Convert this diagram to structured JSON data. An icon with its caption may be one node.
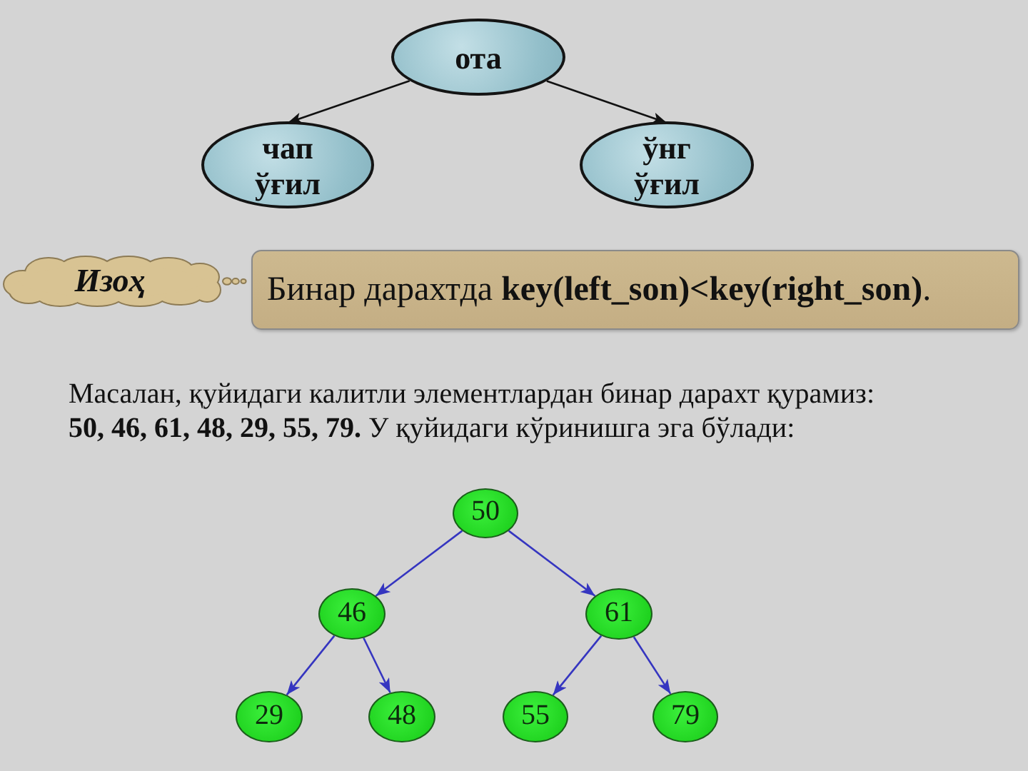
{
  "diagram": {
    "nodes": [
      {
        "text": [
          "ота"
        ]
      },
      {
        "text": [
          "чап ўғил"
        ]
      },
      {
        "text": [
          "ўнг ўғил"
        ]
      },
      {
        "text": [
          "Изоҳ"
        ]
      },
      {
        "text": [
          "Бинар дарахтда **key(left_son)<key(right_son)**."
        ]
      },
      {
        "text": [
          "50"
        ]
      },
      {
        "text": [
          "46"
        ]
      },
      {
        "text": [
          "61"
        ]
      },
      {
        "text": [
          "29"
        ]
      },
      {
        "text": [
          "48"
        ]
      },
      {
        "text": [
          "55"
        ]
      },
      {
        "text": [
          "79"
        ]
      }
    ],
    "edges": [
      {
        "from": 0,
        "to": 1,
        "arrow": "to",
        "color": "#111111"
      },
      {
        "from": 0,
        "to": 2,
        "arrow": "to",
        "color": "#111111"
      },
      {
        "from": 5,
        "to": 6,
        "arrow": "to"
      },
      {
        "from": 5,
        "to": 7,
        "arrow": "to"
      },
      {
        "from": 6,
        "to": 8,
        "arrow": "to"
      },
      {
        "from": 6,
        "to": 9,
        "arrow": "to"
      },
      {
        "from": 7,
        "to": 10,
        "arrow": "to"
      },
      {
        "from": 7,
        "to": 11,
        "arrow": "to"
      }
    ],
    "labels": [
      "Масалан, қуйидаги калитли элементлардан бинар дарахт қурамиз: **50, 46, 61, 48, 29, 55, 79.** У қуйидаги кўринишга эга бўлади:"
    ]
  }
}
